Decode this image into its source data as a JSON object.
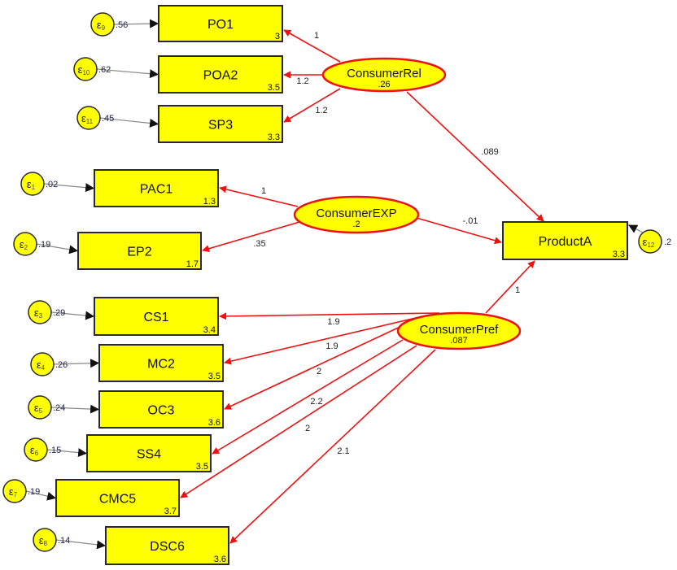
{
  "diagram": {
    "type": "structural-equation-model",
    "colors": {
      "node_fill": "#ffff00",
      "latent_border": "#ee1111",
      "path_color": "#ee1111",
      "error_path_color": "#888888",
      "box_border": "#2a2a2a"
    },
    "latents": [
      {
        "id": "ConsumerRel",
        "label": "ConsumerRel",
        "variance": ".26"
      },
      {
        "id": "ConsumerEXP",
        "label": "ConsumerEXP",
        "variance": ".2"
      },
      {
        "id": "ConsumerPref",
        "label": "ConsumerPref",
        "variance": ".087"
      }
    ],
    "observed": [
      {
        "id": "PO1",
        "label": "PO1",
        "intercept": "3"
      },
      {
        "id": "POA2",
        "label": "POA2",
        "intercept": "3.5"
      },
      {
        "id": "SP3",
        "label": "SP3",
        "intercept": "3.3"
      },
      {
        "id": "PAC1",
        "label": "PAC1",
        "intercept": "1.3"
      },
      {
        "id": "EP2",
        "label": "EP2",
        "intercept": "1.7"
      },
      {
        "id": "ProductA",
        "label": "ProductA",
        "intercept": "3.3"
      },
      {
        "id": "CS1",
        "label": "CS1",
        "intercept": "3.4"
      },
      {
        "id": "MC2",
        "label": "MC2",
        "intercept": "3.5"
      },
      {
        "id": "OC3",
        "label": "OC3",
        "intercept": "3.6"
      },
      {
        "id": "SS4",
        "label": "SS4",
        "intercept": "3.5"
      },
      {
        "id": "CMC5",
        "label": "CMC5",
        "intercept": "3.7"
      },
      {
        "id": "DSC6",
        "label": "DSC6",
        "intercept": "3.6"
      }
    ],
    "errors": [
      {
        "id": "e9",
        "symbol": "ε",
        "sub": "9",
        "target": "PO1",
        "variance": ".56"
      },
      {
        "id": "e10",
        "symbol": "ε",
        "sub": "10",
        "target": "POA2",
        "variance": ".62"
      },
      {
        "id": "e11",
        "symbol": "ε",
        "sub": "11",
        "target": "SP3",
        "variance": ".45"
      },
      {
        "id": "e1",
        "symbol": "ε",
        "sub": "1",
        "target": "PAC1",
        "variance": ".02"
      },
      {
        "id": "e2",
        "symbol": "ε",
        "sub": "2",
        "target": "EP2",
        "variance": ".19"
      },
      {
        "id": "e12",
        "symbol": "ε",
        "sub": "12",
        "target": "ProductA",
        "variance": ".2"
      },
      {
        "id": "e3",
        "symbol": "ε",
        "sub": "3",
        "target": "CS1",
        "variance": ".29"
      },
      {
        "id": "e4",
        "symbol": "ε",
        "sub": "4",
        "target": "MC2",
        "variance": ".26"
      },
      {
        "id": "e5",
        "symbol": "ε",
        "sub": "5",
        "target": "OC3",
        "variance": ".24"
      },
      {
        "id": "e6",
        "symbol": "ε",
        "sub": "6",
        "target": "SS4",
        "variance": ".15"
      },
      {
        "id": "e7",
        "symbol": "ε",
        "sub": "7",
        "target": "CMC5",
        "variance": ".19"
      },
      {
        "id": "e8",
        "symbol": "ε",
        "sub": "8",
        "target": "DSC6",
        "variance": ".14"
      }
    ],
    "paths": [
      {
        "from": "ConsumerRel",
        "to": "PO1",
        "coef": "1"
      },
      {
        "from": "ConsumerRel",
        "to": "POA2",
        "coef": "1.2"
      },
      {
        "from": "ConsumerRel",
        "to": "SP3",
        "coef": "1.2"
      },
      {
        "from": "ConsumerRel",
        "to": "ProductA",
        "coef": ".089"
      },
      {
        "from": "ConsumerEXP",
        "to": "PAC1",
        "coef": "1"
      },
      {
        "from": "ConsumerEXP",
        "to": "EP2",
        "coef": ".35"
      },
      {
        "from": "ConsumerEXP",
        "to": "ProductA",
        "coef": "-.01"
      },
      {
        "from": "ConsumerPref",
        "to": "ProductA",
        "coef": "1"
      },
      {
        "from": "ConsumerPref",
        "to": "CS1",
        "coef": "1.9"
      },
      {
        "from": "ConsumerPref",
        "to": "MC2",
        "coef": "1.9"
      },
      {
        "from": "ConsumerPref",
        "to": "OC3",
        "coef": "2"
      },
      {
        "from": "ConsumerPref",
        "to": "SS4",
        "coef": "2.2"
      },
      {
        "from": "ConsumerPref",
        "to": "CMC5",
        "coef": "2"
      },
      {
        "from": "ConsumerPref",
        "to": "DSC6",
        "coef": "2.1"
      }
    ]
  }
}
